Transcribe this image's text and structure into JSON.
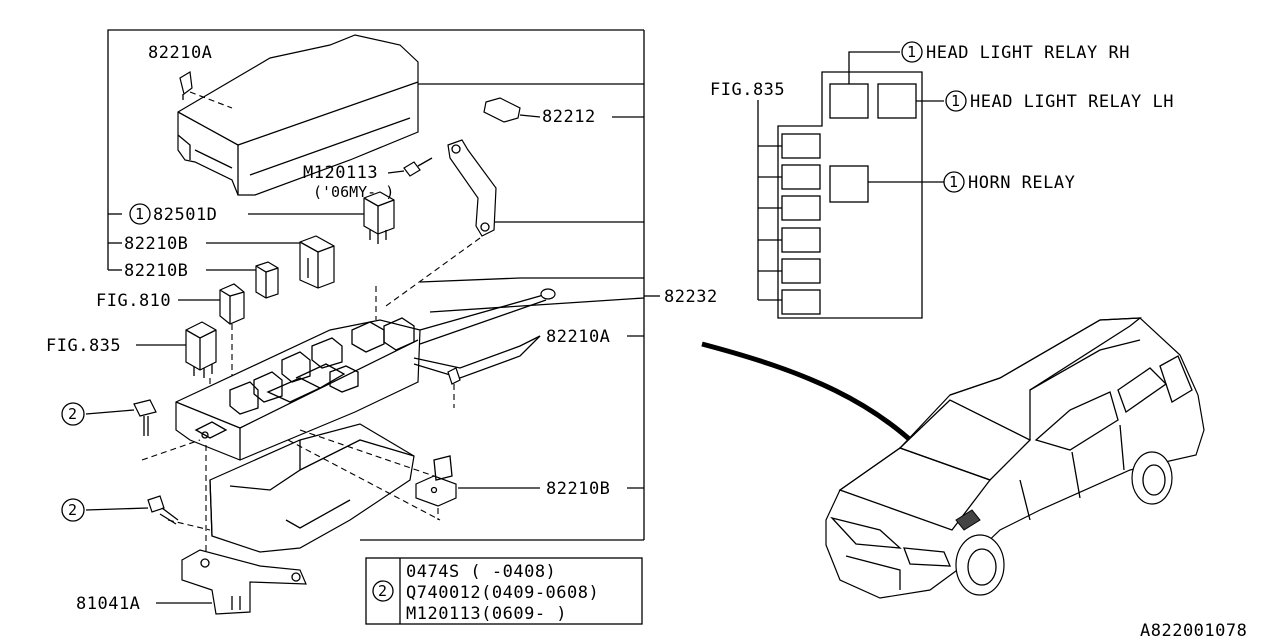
{
  "parts": {
    "cover_clip": "82210A",
    "clip_top_right": "82212",
    "bolt_m": "M120113",
    "bolt_m_note": "('06MY-  )",
    "relay_ref_num": "1",
    "relay_part": "82501D",
    "fuse_b1": "82210B",
    "fuse_b2": "82210B",
    "fig_810": "FIG.810",
    "fig_835_left": "FIG.835",
    "assembly": "82232",
    "clip_a_lower": "82210A",
    "clip_b_lower": "82210B",
    "bracket": "81041A",
    "ref2_upper": "2",
    "ref2_lower": "2"
  },
  "relay_box": {
    "fig_label": "FIG.835",
    "rh_num": "1",
    "rh_label": "HEAD LIGHT RELAY RH",
    "lh_num": "1",
    "lh_label": "HEAD LIGHT RELAY LH",
    "horn_num": "1",
    "horn_label": "HORN RELAY"
  },
  "legend": {
    "ref_num": "2",
    "rows": [
      "0474S  (  -0408)",
      "Q740012(0409-0608)",
      "M120113(0609-  )"
    ]
  },
  "diagram_id": "A822001078"
}
